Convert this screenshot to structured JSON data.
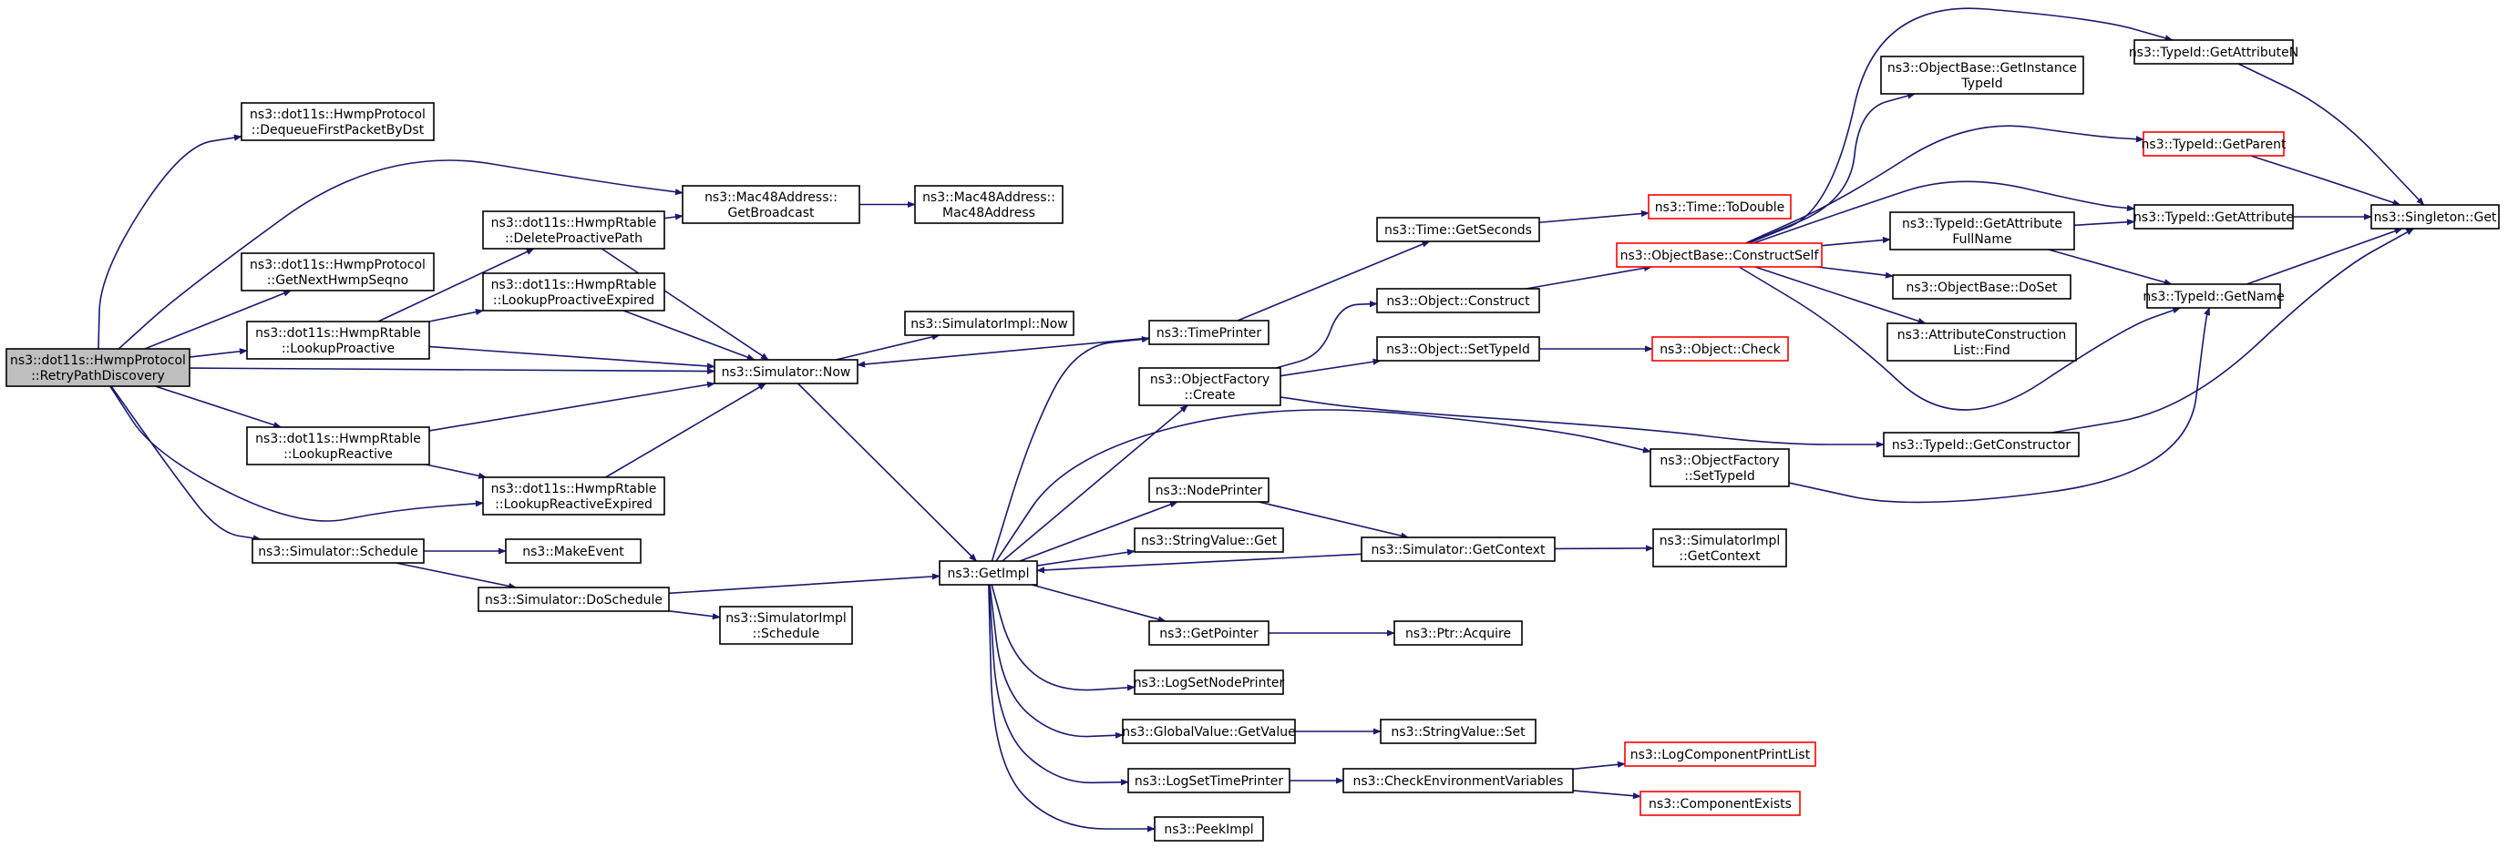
{
  "colors": {
    "edge": "#191970",
    "node_border": "#000000",
    "truncated_border": "#ff0000",
    "root_fill": "#bfbfbf",
    "background": "#ffffff"
  },
  "nodes": [
    {
      "id": "root",
      "lines": [
        "ns3::dot11s::HwmpProtocol",
        "::RetryPathDiscovery"
      ],
      "style": "root"
    },
    {
      "id": "dqfp",
      "lines": [
        "ns3::dot11s::HwmpProtocol",
        "::DequeueFirstPacketByDst"
      ],
      "style": "normal"
    },
    {
      "id": "gnhs",
      "lines": [
        "ns3::dot11s::HwmpProtocol",
        "::GetNextHwmpSeqno"
      ],
      "style": "normal"
    },
    {
      "id": "lpro",
      "lines": [
        "ns3::dot11s::HwmpRtable",
        "::LookupProactive"
      ],
      "style": "normal"
    },
    {
      "id": "lrea",
      "lines": [
        "ns3::dot11s::HwmpRtable",
        "::LookupReactive"
      ],
      "style": "normal"
    },
    {
      "id": "ssch",
      "lines": [
        "ns3::Simulator::Schedule"
      ],
      "style": "normal"
    },
    {
      "id": "dpp",
      "lines": [
        "ns3::dot11s::HwmpRtable",
        "::DeleteProactivePath"
      ],
      "style": "normal"
    },
    {
      "id": "lpe",
      "lines": [
        "ns3::dot11s::HwmpRtable",
        "::LookupProactiveExpired"
      ],
      "style": "normal"
    },
    {
      "id": "lre",
      "lines": [
        "ns3::dot11s::HwmpRtable",
        "::LookupReactiveExpired"
      ],
      "style": "normal"
    },
    {
      "id": "mke",
      "lines": [
        "ns3::MakeEvent"
      ],
      "style": "normal"
    },
    {
      "id": "dsch",
      "lines": [
        "ns3::Simulator::DoSchedule"
      ],
      "style": "normal"
    },
    {
      "id": "gbc",
      "lines": [
        "ns3::Mac48Address::",
        "GetBroadcast"
      ],
      "style": "normal"
    },
    {
      "id": "m48",
      "lines": [
        "ns3::Mac48Address::",
        "Mac48Address"
      ],
      "style": "normal"
    },
    {
      "id": "snow",
      "lines": [
        "ns3::Simulator::Now"
      ],
      "style": "normal"
    },
    {
      "id": "sinow",
      "lines": [
        "ns3::SimulatorImpl::Now"
      ],
      "style": "normal"
    },
    {
      "id": "sisch",
      "lines": [
        "ns3::SimulatorImpl",
        "::Schedule"
      ],
      "style": "normal"
    },
    {
      "id": "gimpl",
      "lines": [
        "ns3::GetImpl"
      ],
      "style": "normal"
    },
    {
      "id": "tpr",
      "lines": [
        "ns3::TimePrinter"
      ],
      "style": "normal"
    },
    {
      "id": "ofc",
      "lines": [
        "ns3::ObjectFactory",
        "::Create"
      ],
      "style": "normal"
    },
    {
      "id": "npr",
      "lines": [
        "ns3::NodePrinter"
      ],
      "style": "normal"
    },
    {
      "id": "svg",
      "lines": [
        "ns3::StringValue::Get"
      ],
      "style": "normal"
    },
    {
      "id": "gptr",
      "lines": [
        "ns3::GetPointer"
      ],
      "style": "normal"
    },
    {
      "id": "lsnp",
      "lines": [
        "ns3::LogSetNodePrinter"
      ],
      "style": "normal"
    },
    {
      "id": "gvgv",
      "lines": [
        "ns3::GlobalValue::GetValue"
      ],
      "style": "normal"
    },
    {
      "id": "lstp",
      "lines": [
        "ns3::LogSetTimePrinter"
      ],
      "style": "normal"
    },
    {
      "id": "pimpl",
      "lines": [
        "ns3::PeekImpl"
      ],
      "style": "normal"
    },
    {
      "id": "tgs",
      "lines": [
        "ns3::Time::GetSeconds"
      ],
      "style": "normal"
    },
    {
      "id": "oc",
      "lines": [
        "ns3::Object::Construct"
      ],
      "style": "normal"
    },
    {
      "id": "osti",
      "lines": [
        "ns3::Object::SetTypeId"
      ],
      "style": "normal"
    },
    {
      "id": "sgc",
      "lines": [
        "ns3::Simulator::GetContext"
      ],
      "style": "normal"
    },
    {
      "id": "pacq",
      "lines": [
        "ns3::Ptr::Acquire"
      ],
      "style": "normal"
    },
    {
      "id": "svs",
      "lines": [
        "ns3::StringValue::Set"
      ],
      "style": "normal"
    },
    {
      "id": "cev",
      "lines": [
        "ns3::CheckEnvironmentVariables"
      ],
      "style": "normal"
    },
    {
      "id": "ttd",
      "lines": [
        "ns3::Time::ToDouble"
      ],
      "style": "red"
    },
    {
      "id": "obcs",
      "lines": [
        "ns3::ObjectBase::ConstructSelf"
      ],
      "style": "red"
    },
    {
      "id": "ochk",
      "lines": [
        "ns3::Object::Check"
      ],
      "style": "red"
    },
    {
      "id": "ofst",
      "lines": [
        "ns3::ObjectFactory",
        "::SetTypeId"
      ],
      "style": "normal"
    },
    {
      "id": "sigc",
      "lines": [
        "ns3::SimulatorImpl",
        "::GetContext"
      ],
      "style": "normal"
    },
    {
      "id": "lcpl",
      "lines": [
        "ns3::LogComponentPrintList"
      ],
      "style": "red"
    },
    {
      "id": "cex",
      "lines": [
        "ns3::ComponentExists"
      ],
      "style": "red"
    },
    {
      "id": "obgi",
      "lines": [
        "ns3::ObjectBase::GetInstance",
        "TypeId"
      ],
      "style": "normal"
    },
    {
      "id": "tgaf",
      "lines": [
        "ns3::TypeId::GetAttribute",
        "FullName"
      ],
      "style": "normal"
    },
    {
      "id": "obds",
      "lines": [
        "ns3::ObjectBase::DoSet"
      ],
      "style": "normal"
    },
    {
      "id": "aclf",
      "lines": [
        "ns3::AttributeConstruction",
        "List::Find"
      ],
      "style": "normal"
    },
    {
      "id": "tgc",
      "lines": [
        "ns3::TypeId::GetConstructor"
      ],
      "style": "normal"
    },
    {
      "id": "tgan",
      "lines": [
        "ns3::TypeId::GetAttributeN"
      ],
      "style": "normal"
    },
    {
      "id": "tgp",
      "lines": [
        "ns3::TypeId::GetParent"
      ],
      "style": "red"
    },
    {
      "id": "tga",
      "lines": [
        "ns3::TypeId::GetAttribute"
      ],
      "style": "normal"
    },
    {
      "id": "tgn",
      "lines": [
        "ns3::TypeId::GetName"
      ],
      "style": "normal"
    },
    {
      "id": "sget",
      "lines": [
        "ns3::Singleton::Get"
      ],
      "style": "normal"
    }
  ],
  "edges": [
    [
      "root",
      "dqfp"
    ],
    [
      "root",
      "gbc"
    ],
    [
      "root",
      "gnhs"
    ],
    [
      "root",
      "lpro"
    ],
    [
      "root",
      "snow"
    ],
    [
      "root",
      "lrea"
    ],
    [
      "root",
      "lre"
    ],
    [
      "root",
      "ssch"
    ],
    [
      "lpro",
      "dpp"
    ],
    [
      "lpro",
      "lpe"
    ],
    [
      "lpro",
      "snow"
    ],
    [
      "lrea",
      "snow"
    ],
    [
      "lrea",
      "lre"
    ],
    [
      "dpp",
      "gbc"
    ],
    [
      "dpp",
      "snow"
    ],
    [
      "lpe",
      "snow"
    ],
    [
      "lre",
      "snow"
    ],
    [
      "gbc",
      "m48"
    ],
    [
      "ssch",
      "mke"
    ],
    [
      "ssch",
      "dsch"
    ],
    [
      "dsch",
      "gimpl"
    ],
    [
      "dsch",
      "sisch"
    ],
    [
      "snow",
      "sinow"
    ],
    [
      "snow",
      "gimpl"
    ],
    [
      "tpr",
      "snow"
    ],
    [
      "gimpl",
      "tpr"
    ],
    [
      "gimpl",
      "ofc"
    ],
    [
      "gimpl",
      "ofst"
    ],
    [
      "gimpl",
      "npr"
    ],
    [
      "gimpl",
      "svg"
    ],
    [
      "gimpl",
      "gptr"
    ],
    [
      "gimpl",
      "lsnp"
    ],
    [
      "gimpl",
      "gvgv"
    ],
    [
      "gimpl",
      "lstp"
    ],
    [
      "gimpl",
      "pimpl"
    ],
    [
      "sgc",
      "gimpl"
    ],
    [
      "tpr",
      "tgs"
    ],
    [
      "tgs",
      "ttd"
    ],
    [
      "ofc",
      "oc"
    ],
    [
      "ofc",
      "osti"
    ],
    [
      "ofc",
      "tgc"
    ],
    [
      "oc",
      "obcs"
    ],
    [
      "osti",
      "ochk"
    ],
    [
      "npr",
      "sgc"
    ],
    [
      "sgc",
      "sigc"
    ],
    [
      "gptr",
      "pacq"
    ],
    [
      "gvgv",
      "svs"
    ],
    [
      "lstp",
      "cev"
    ],
    [
      "cev",
      "lcpl"
    ],
    [
      "cev",
      "cex"
    ],
    [
      "obcs",
      "obgi"
    ],
    [
      "obcs",
      "tgan"
    ],
    [
      "obcs",
      "tgp"
    ],
    [
      "obcs",
      "tga"
    ],
    [
      "obcs",
      "tgaf"
    ],
    [
      "obcs",
      "obds"
    ],
    [
      "obcs",
      "aclf"
    ],
    [
      "obcs",
      "tgn"
    ],
    [
      "tgaf",
      "tga"
    ],
    [
      "tgaf",
      "tgn"
    ],
    [
      "tgan",
      "sget"
    ],
    [
      "tgp",
      "sget"
    ],
    [
      "tga",
      "sget"
    ],
    [
      "tgn",
      "sget"
    ],
    [
      "tgc",
      "sget"
    ],
    [
      "ofst",
      "tgn"
    ]
  ]
}
